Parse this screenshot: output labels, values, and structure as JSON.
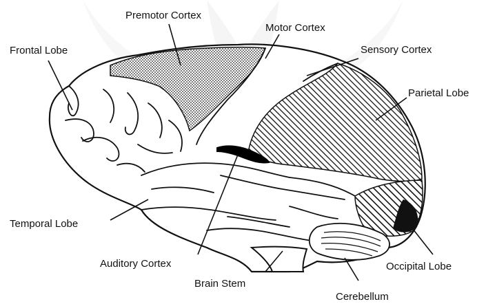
{
  "diagram": {
    "labels": {
      "premotor_cortex": "Premotor Cortex",
      "motor_cortex": "Motor Cortex",
      "frontal_lobe": "Frontal Lobe",
      "sensory_cortex": "Sensory Cortex",
      "parietal_lobe": "Parietal Lobe",
      "temporal_lobe": "Temporal Lobe",
      "auditory_cortex": "Auditory Cortex",
      "brain_stem": "Brain Stem",
      "occipital_lobe": "Occipital Lobe",
      "cerebellum": "Cerebellum"
    },
    "colors": {
      "ink": "#111111",
      "watermark": "#e8e8e8",
      "premotor_fill": "#bdbdbd",
      "hatch": "#111111",
      "background": "#ffffff"
    }
  }
}
